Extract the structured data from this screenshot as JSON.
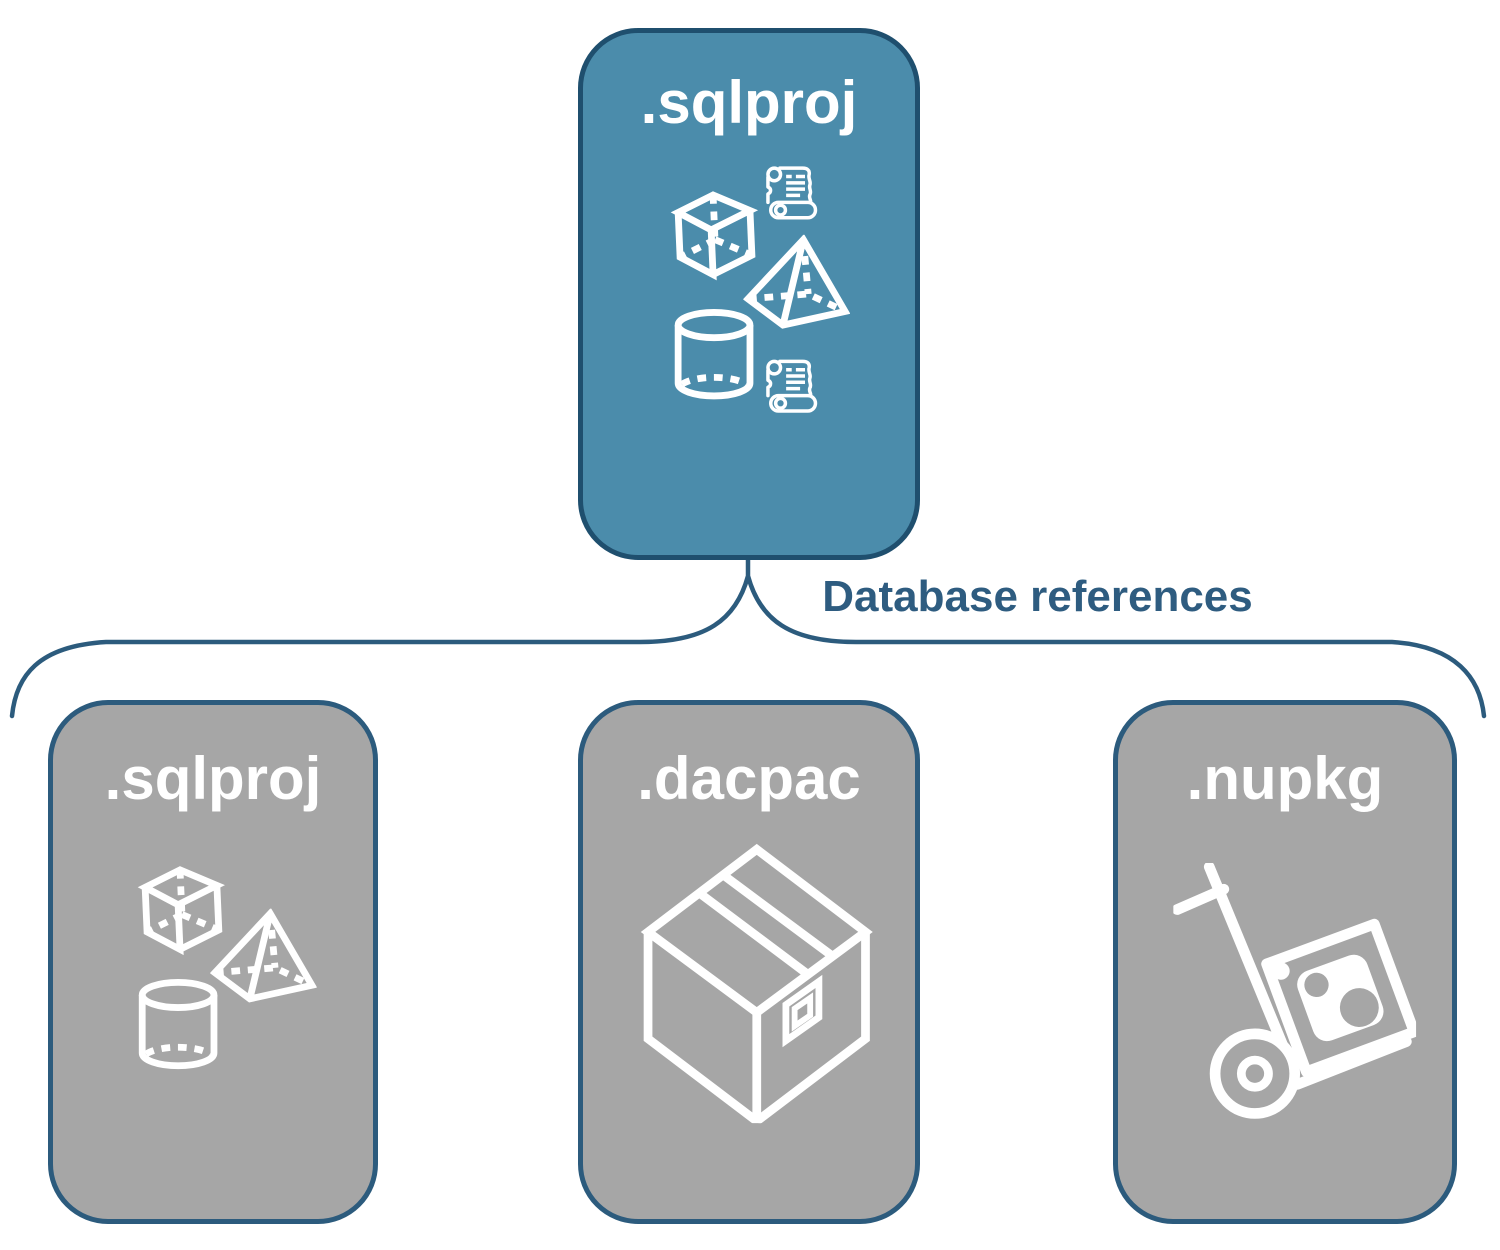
{
  "diagram": {
    "connector_label": "Database references",
    "colors": {
      "teal": "#4B8CAB",
      "teal_border": "#1F4F6E",
      "gray": "#A6A6A6",
      "gray_border": "#2C5B7D",
      "connector": "#2C5B7D",
      "label_text": "#2E5C80",
      "icon": "#FFFFFF"
    },
    "root": {
      "label": ".sqlproj",
      "icons": [
        "cube-icon",
        "scroll-icon",
        "pyramid-icon",
        "cylinder-icon",
        "scroll-icon"
      ]
    },
    "children": [
      {
        "label": ".sqlproj",
        "icons": [
          "cube-icon",
          "pyramid-icon",
          "cylinder-icon"
        ]
      },
      {
        "label": ".dacpac",
        "icons": [
          "package-box-icon"
        ]
      },
      {
        "label": ".nupkg",
        "icons": [
          "hand-truck-nuget-icon"
        ]
      }
    ]
  }
}
